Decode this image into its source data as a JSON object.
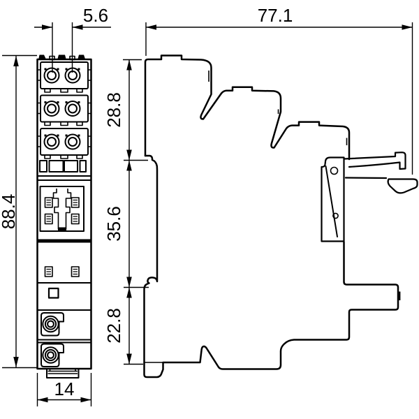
{
  "page": {
    "background_color": "#ffffff",
    "line_color": "#000000"
  },
  "drawing": {
    "front_view": {
      "dim_terminal_pitch_mm": "5.6",
      "dim_overall_height_mm": "88.4",
      "dim_overall_width_mm": "14"
    },
    "side_view": {
      "dim_overall_depth_mm": "77.1",
      "dim_upper_section_mm": "28.8",
      "dim_middle_section_mm": "35.6",
      "dim_lower_section_mm": "22.8"
    }
  }
}
